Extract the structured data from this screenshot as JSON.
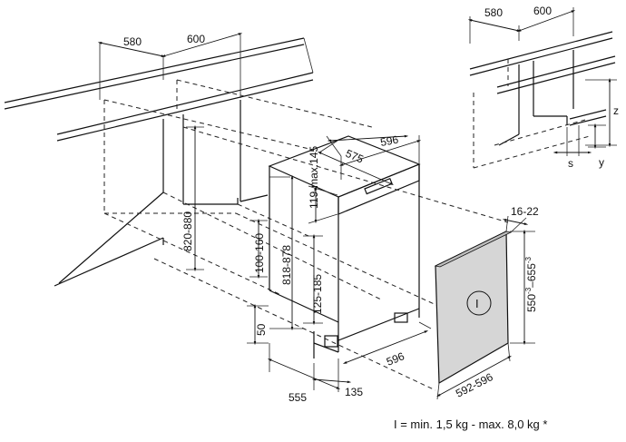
{
  "dimensions": {
    "niche_depth": "580",
    "niche_width": "600",
    "inset_depth": "580",
    "inset_width": "600",
    "height_range": "820-880",
    "appliance_width": "596",
    "appliance_depth": "575",
    "top_clearance": "119-max.145",
    "body_height": "818-878",
    "plinth_range": "100-160",
    "panel_range": "125-185",
    "plinth_min": "50",
    "base_depth": "555",
    "door_offset": "135",
    "door_width": "596",
    "panel_thickness": "16-22",
    "panel_height": "550",
    "panel_height_sup1": "-3",
    "panel_height_sup2": "-3",
    "panel_height_max": "655",
    "panel_width": "592-596",
    "var_z": "z",
    "var_s": "s",
    "var_y": "y",
    "panel_symbol": "I"
  },
  "caption": "I = min. 1,5 kg - max. 8,0 kg *"
}
